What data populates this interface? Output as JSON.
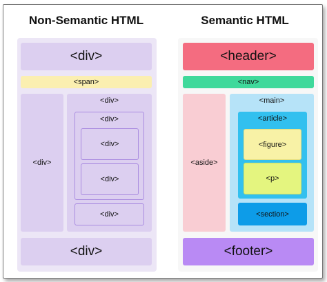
{
  "left": {
    "title": "Non-Semantic HTML",
    "top_div": "<div>",
    "span": "<span>",
    "side_div": "<div>",
    "content_div": "<div>",
    "inner_div": "<div>",
    "item_div_1": "<div>",
    "item_div_2": "<div>",
    "item_div_3": "<div>",
    "bottom_div": "<div>"
  },
  "right": {
    "title": "Semantic HTML",
    "header": "<header>",
    "nav": "<nav>",
    "aside": "<aside>",
    "main": "<main>",
    "article": "<article>",
    "figure": "<figure>",
    "p": "<p>",
    "section": "<section>",
    "footer": "<footer>"
  },
  "colors": {
    "left_panel": "#ece6f6",
    "left_box": "#dccff0",
    "span": "#fbefb0",
    "header": "#f46c80",
    "nav": "#3fd99b",
    "aside": "#f9cdd3",
    "main": "#b6e3f8",
    "article": "#32c0ef",
    "figure": "#f8f2a6",
    "p": "#e4f57f",
    "section": "#0d9ce8",
    "footer": "#b98af4"
  }
}
